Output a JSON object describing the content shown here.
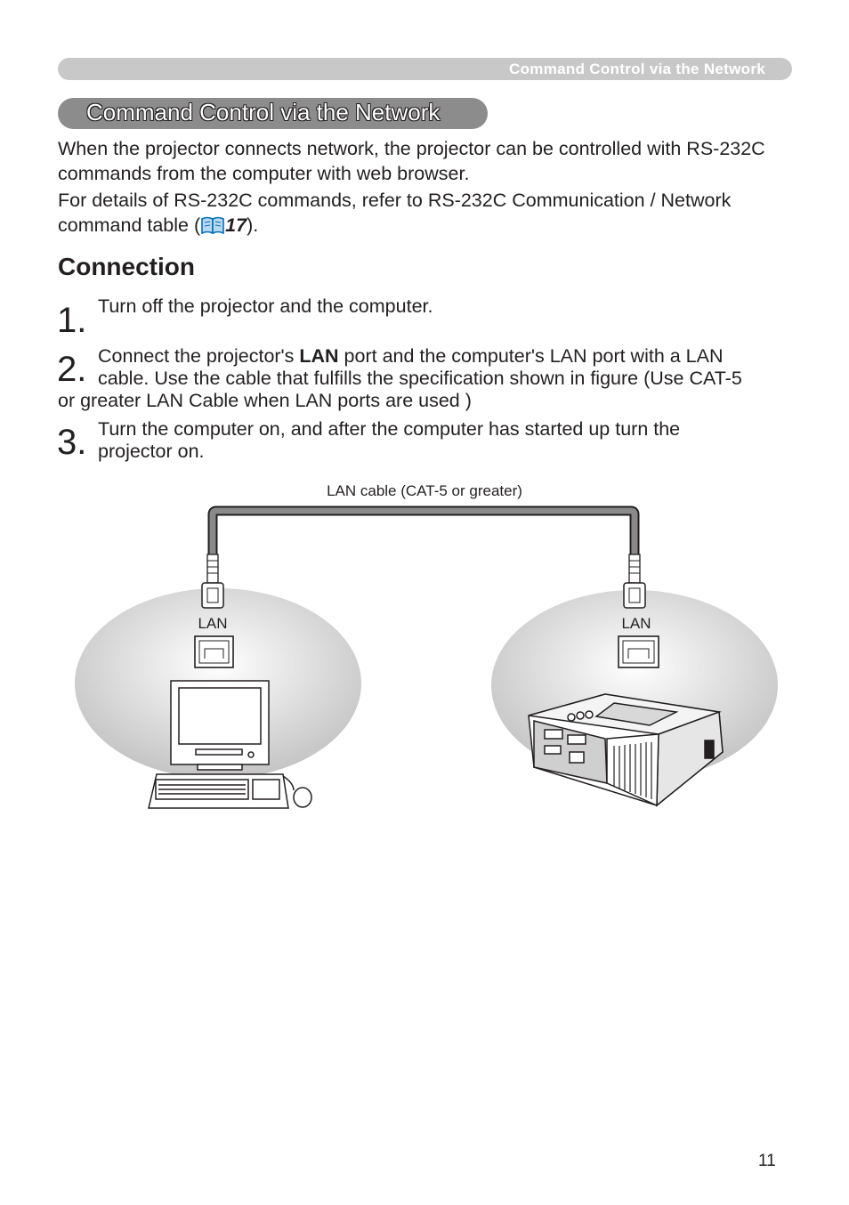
{
  "header": {
    "title": "Command Control via the Network"
  },
  "section": {
    "title": "Command Control via the Network"
  },
  "intro": {
    "p1": "When the projector connects network, the projector can be controlled with RS-232C commands from the computer with web browser.",
    "p2_text": "For details of RS-232C commands, refer to RS-232C Communication / Network command table (",
    "p2_ref": "17",
    "p2_end": ")."
  },
  "connection": {
    "heading": "Connection",
    "steps": [
      {
        "number": "1.",
        "text": "Turn off the projector and the computer."
      },
      {
        "number": "2.",
        "text_before": "Connect the projector's ",
        "bold": "LAN",
        "line1_after": " port and the computer's LAN port with a LAN",
        "line2": "cable. Use the cable that fulfills the specification shown in figure (Use CAT-5",
        "line3": "or greater LAN Cable when LAN ports are used )"
      },
      {
        "number": "3.",
        "line1": "Turn the computer on, and after the computer has started up turn the",
        "line2": "projector on."
      }
    ]
  },
  "diagram": {
    "cable_label": "LAN cable (CAT-5 or greater)",
    "left_port_label": "LAN",
    "right_port_label": "LAN",
    "icons": [
      "computer-icon",
      "projector-icon",
      "lan-port-icon",
      "rj45-connector-icon"
    ]
  },
  "footer": {
    "page_number": "11"
  }
}
